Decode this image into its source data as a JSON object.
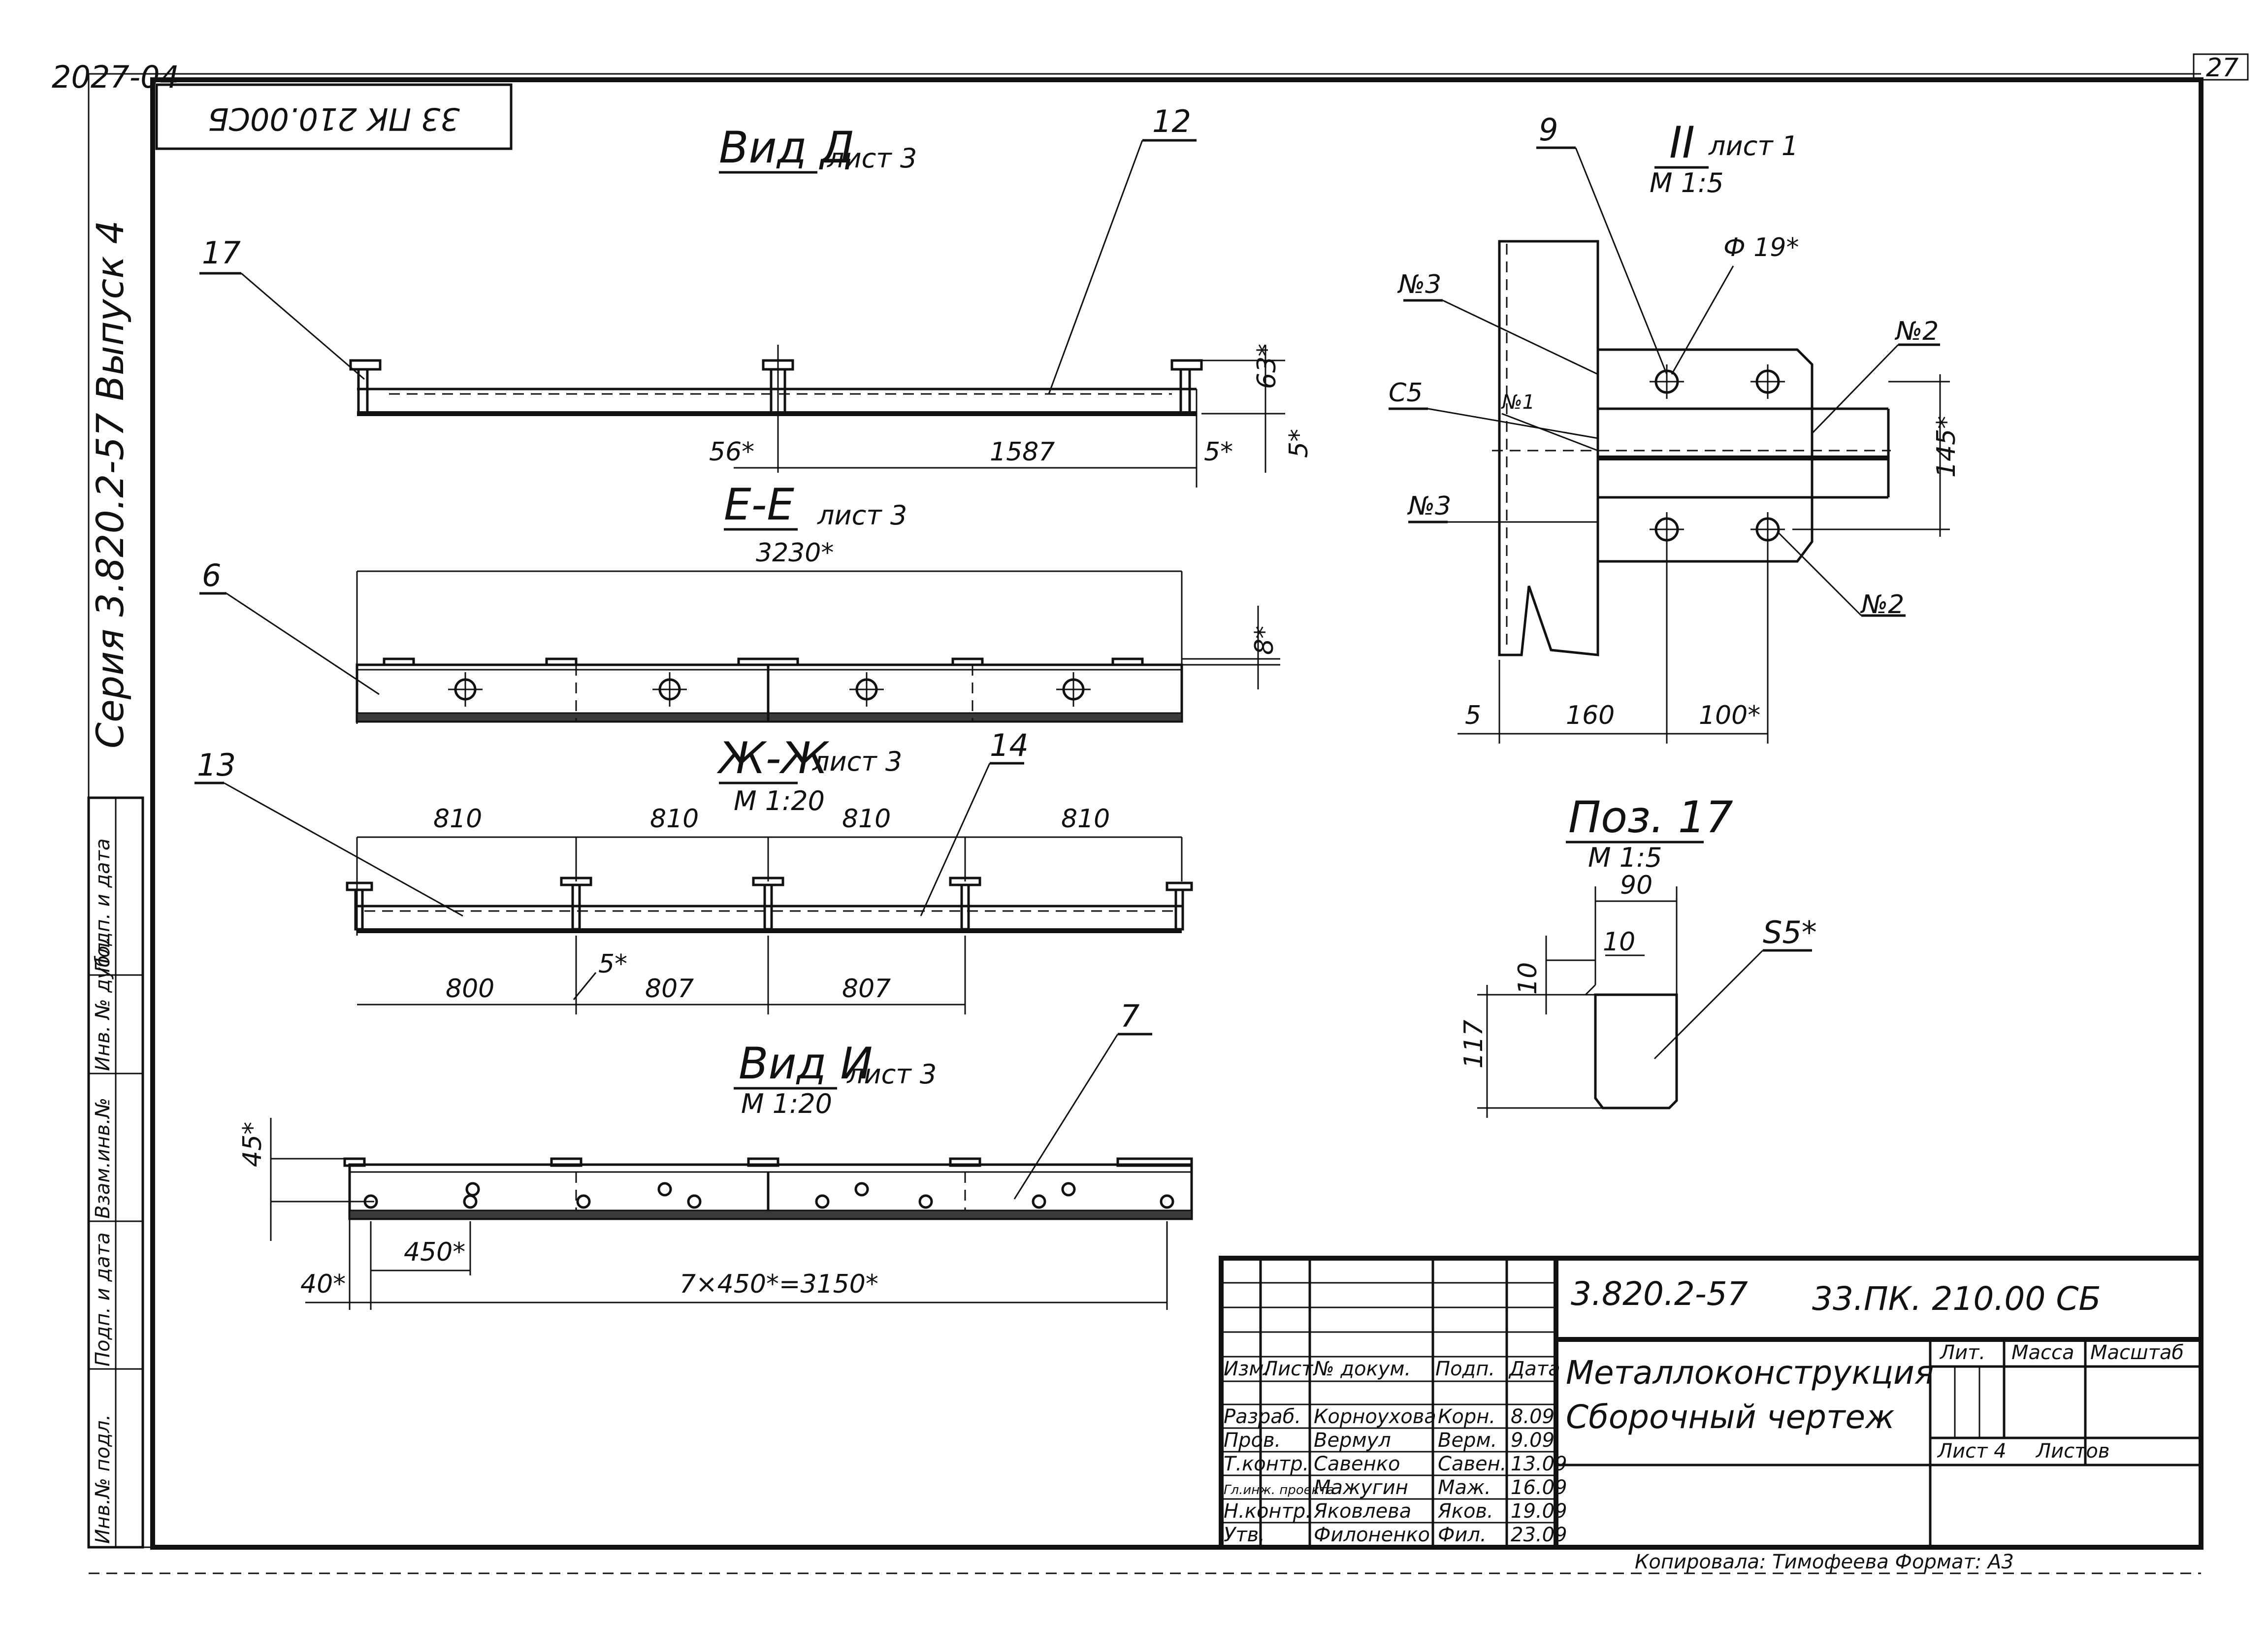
{
  "sheet": {
    "top_left_code": "2027-04",
    "sheet_number_corner": "27",
    "rotated_code": "33 ПК 210.00СБ",
    "side_series": "Серия 3.820.2-57 Выпуск 4",
    "side_column_labels": [
      "Подп. и дата",
      "Инв. № дубл.",
      "Взам.инв.№",
      "Подп. и дата",
      "Инв.№ подл."
    ],
    "bottom_note": "Копировала: Тимофеева   Формат: А3"
  },
  "views": {
    "view_d": {
      "title": "Вид Д",
      "sheet_ref": "лист 3",
      "leader_labels": [
        "17",
        "12"
      ],
      "dims": [
        "56*",
        "1587",
        "5*",
        "63*",
        "5*"
      ]
    },
    "section_ee": {
      "title": "Е-Е",
      "sheet_ref": "лист 3",
      "leader_labels": [
        "6"
      ],
      "dims": [
        "3230*",
        "8*"
      ]
    },
    "section_zhzh": {
      "title": "Ж-Ж",
      "sheet_ref": "лист 3",
      "scale": "М 1:20",
      "leader_labels": [
        "13",
        "14"
      ],
      "dims_top": [
        "810",
        "810",
        "810",
        "810"
      ],
      "dims_bottom": [
        "800",
        "5*",
        "807",
        "807"
      ]
    },
    "view_i": {
      "title": "Вид И",
      "sheet_ref": "лист 3",
      "scale": "М 1:20",
      "leader_labels": [
        "7"
      ],
      "dims": [
        "45*",
        "450*",
        "40*",
        "7×450*=3150*"
      ]
    },
    "detail_ii": {
      "title": "II",
      "sheet_ref": "лист 1",
      "scale": "М 1:5",
      "leader_labels": [
        "9",
        "№3",
        "С5",
        "№1",
        "№3",
        "№2",
        "№2"
      ],
      "dims": [
        "Ф 19*",
        "145*",
        "5",
        "160",
        "100*"
      ]
    },
    "pos17": {
      "title": "Поз. 17",
      "scale": "М 1:5",
      "dims": [
        "90",
        "10",
        "10",
        "117",
        "S5*"
      ]
    }
  },
  "title_block": {
    "doc_code": "3.820.2-57",
    "drawing_code": "33.ПК. 210.00 СБ",
    "name_line1": "Металлоконструкция",
    "name_line2": "Сборочный чертеж",
    "col_headers": [
      "Изм.",
      "Лист",
      "№ докум.",
      "Подп.",
      "Дата"
    ],
    "rows": [
      {
        "role": "Разраб.",
        "name": "Корноухова",
        "sign": "Корн.",
        "date": "8.09"
      },
      {
        "role": "Пров.",
        "name": "Вермул",
        "sign": "Верм.",
        "date": "9.09"
      },
      {
        "role": "Т.контр.",
        "name": "Савенко",
        "sign": "Савен.",
        "date": "13.09"
      },
      {
        "role": "Гл.инж. проекта",
        "name": "Мажугин",
        "sign": "Маж.",
        "date": "16.09"
      },
      {
        "role": "Н.контр.",
        "name": "Яковлева",
        "sign": "Яков.",
        "date": "19.09"
      },
      {
        "role": "Утв.",
        "name": "Филоненко",
        "sign": "Фил.",
        "date": "23.09"
      }
    ],
    "lit_label": "Лит.",
    "mass_label": "Масса",
    "scale_label": "Масштаб",
    "sheet_label": "Лист 4",
    "sheets_label": "Листов"
  }
}
